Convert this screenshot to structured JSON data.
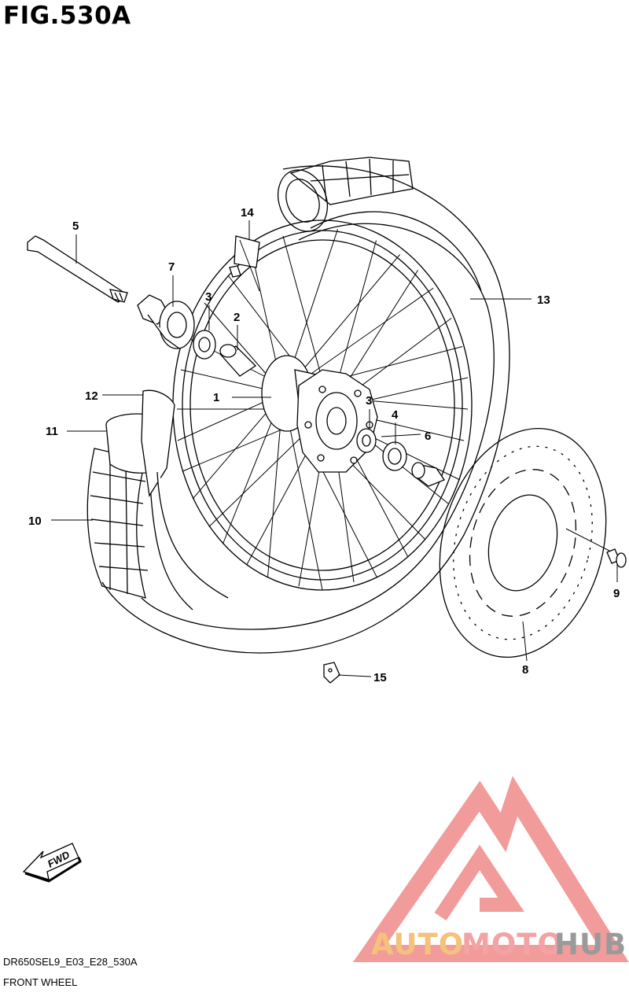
{
  "figure": {
    "title": "FIG.530A",
    "model_code": "DR650SEL9_E03_E28_530A",
    "name": "FRONT WHEEL"
  },
  "direction_badge": {
    "label": "FWD",
    "icon": "fwd-arrow-icon"
  },
  "callouts": [
    {
      "number": "1"
    },
    {
      "number": "2"
    },
    {
      "number": "3"
    },
    {
      "number": "3"
    },
    {
      "number": "4"
    },
    {
      "number": "5"
    },
    {
      "number": "6"
    },
    {
      "number": "7"
    },
    {
      "number": "8"
    },
    {
      "number": "9"
    },
    {
      "number": "10"
    },
    {
      "number": "11"
    },
    {
      "number": "12"
    },
    {
      "number": "13"
    },
    {
      "number": "14"
    },
    {
      "number": "15"
    }
  ],
  "watermark": {
    "parts": [
      "AUTO",
      "MOTO",
      "HUB"
    ],
    "colors": {
      "auto": "#f4c27a",
      "moto": "#f3a3a3",
      "hub": "#9a9a9a",
      "logo": "#f08a8a"
    }
  }
}
